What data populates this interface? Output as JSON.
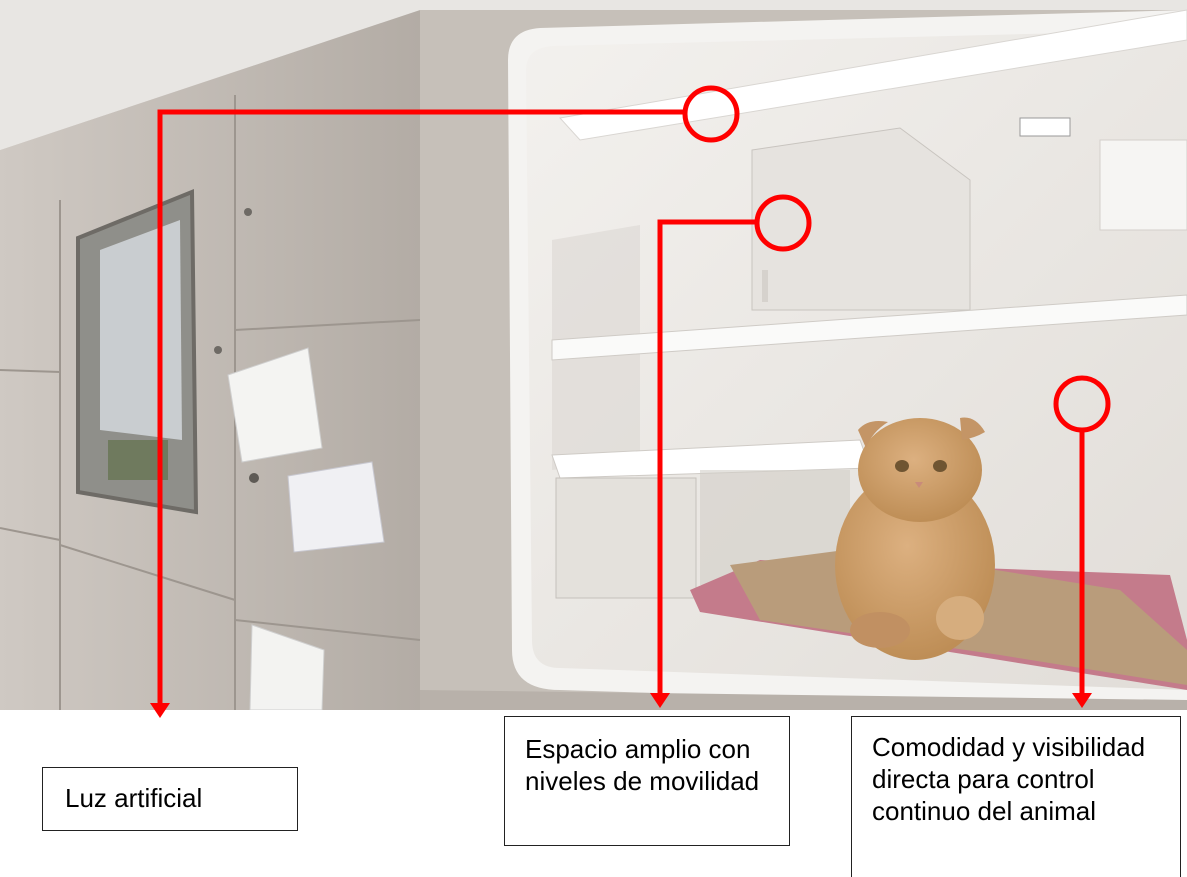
{
  "annotations": [
    {
      "label": "Luz artificial"
    },
    {
      "label": "Espacio amplio con niveles de movilidad"
    },
    {
      "label": "Comodidad y visibilidad directa para control continuo del animal"
    }
  ],
  "colors": {
    "annotation_line": "#ff0000",
    "wall": "#b9b2ab",
    "cat_fur": "#c99a66",
    "blanket": "#b99c7b",
    "enclosure_interior": "#ece9e4"
  }
}
